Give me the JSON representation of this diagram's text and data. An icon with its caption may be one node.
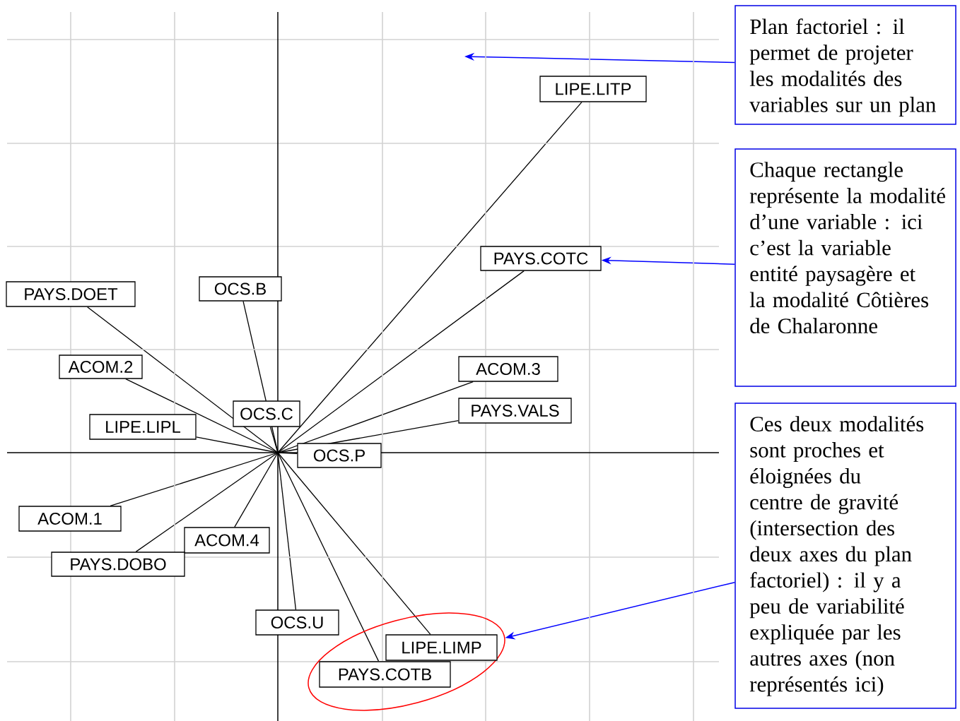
{
  "diagram": {
    "nodes": [
      {
        "text": [
          "Plan factoriel : il permet de projeter les modalités des variables sur un plan"
        ]
      },
      {
        "text": [
          "LIPE.LITP"
        ]
      },
      {
        "text": [
          "Chaque rectangle représente la modalité d’une variable : ici c’est la variable entité paysagère et la modalité Côtières de Chalaronne"
        ]
      },
      {
        "text": [
          "PAYS.COTC"
        ]
      },
      {
        "text": [
          "PAYS.DOET"
        ]
      },
      {
        "text": [
          "OCS.B"
        ]
      },
      {
        "text": [
          "ACOM.2"
        ]
      },
      {
        "text": [
          "ACOM.3"
        ]
      },
      {
        "text": [
          "PAYS.VALS"
        ]
      },
      {
        "text": [
          "OCS.C"
        ]
      },
      {
        "text": [
          "LIPE.LIPL"
        ]
      },
      {
        "text": [
          "OCS.P"
        ]
      },
      {
        "text": [
          "Ces deux modalités sont proches et éloignées du centre de gravité (intersection des deux axes du plan factoriel) : il y a peu de variabilité expliquée par les autres axes (non représentés ici)"
        ]
      },
      {
        "text": [
          "ACOM.1"
        ]
      },
      {
        "text": [
          "ACOM.4"
        ]
      },
      {
        "text": [
          "PAYS.DOBO"
        ]
      },
      {
        "text": [
          "OCS.U"
        ]
      },
      {
        "text": [],
        "shape": "ellipse"
      },
      {
        "text": [
          "LIPE.LIMP"
        ],
        "in": 17
      },
      {
        "text": [
          "PAYS.COTB"
        ],
        "in": 17
      }
    ],
    "edges": [
      {
        "from": null,
        "to": 1,
        "arrow": "none"
      },
      {
        "from": null,
        "to": 3,
        "arrow": "none"
      },
      {
        "from": null,
        "to": 4,
        "arrow": "none"
      },
      {
        "from": null,
        "to": 5,
        "arrow": "none"
      },
      {
        "from": null,
        "to": 6,
        "arrow": "none"
      },
      {
        "from": null,
        "to": 7,
        "arrow": "none"
      },
      {
        "from": null,
        "to": 8,
        "arrow": "none"
      },
      {
        "from": null,
        "to": 9,
        "arrow": "none"
      },
      {
        "from": null,
        "to": 10,
        "arrow": "none"
      },
      {
        "from": null,
        "to": 11,
        "arrow": "none"
      },
      {
        "from": null,
        "to": 13,
        "arrow": "none"
      },
      {
        "from": null,
        "to": 14,
        "arrow": "none"
      },
      {
        "from": null,
        "to": 15,
        "arrow": "none"
      },
      {
        "from": null,
        "to": 16,
        "arrow": "none"
      },
      {
        "from": null,
        "to": 18,
        "arrow": "none"
      },
      {
        "from": null,
        "to": 19,
        "arrow": "none"
      },
      {
        "from": 0,
        "to": null,
        "arrow": "to",
        "color": "#0000ff"
      },
      {
        "from": 2,
        "to": 3,
        "arrow": "to",
        "color": "#0000ff"
      },
      {
        "from": 12,
        "to": 17,
        "arrow": "to",
        "color": "#0000ff"
      }
    ]
  }
}
